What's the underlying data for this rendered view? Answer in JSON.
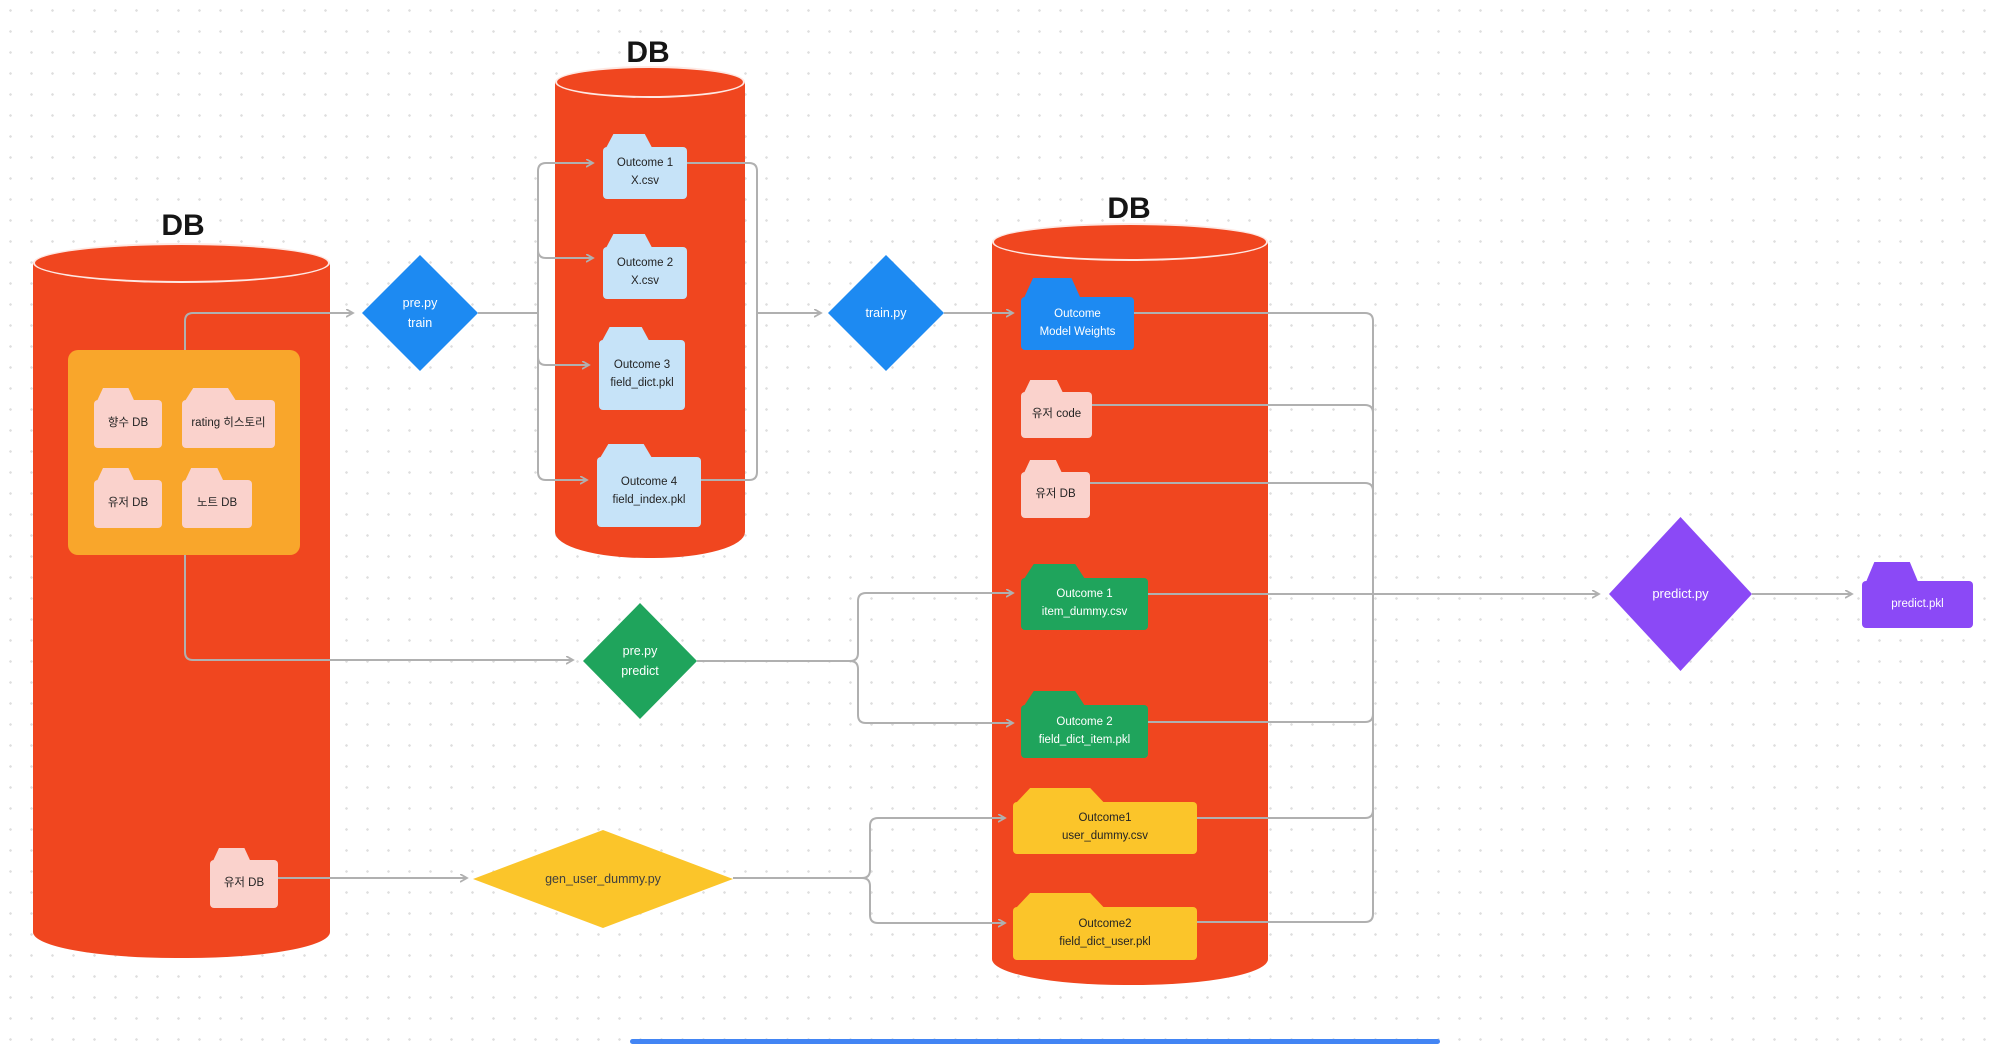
{
  "colors": {
    "db_red": "#F0461F",
    "group_orange": "#F9A62B",
    "pink": "#FAD2CC",
    "light_blue": "#C6E3F8",
    "blue": "#1D8AF2",
    "green": "#1FA45C",
    "yellow": "#FBC52A",
    "purple": "#8B49F6",
    "connector_gray": "#B0B0B0",
    "scrollbar_blue": "#4285F4"
  },
  "db_left": {
    "title": "DB",
    "group_folders": [
      {
        "label": "향수 DB"
      },
      {
        "label": "rating 히스토리"
      },
      {
        "label": "유저 DB"
      },
      {
        "label": "노트 DB"
      }
    ],
    "bottom_folder": {
      "label": "유저 DB"
    }
  },
  "db_mid": {
    "title": "DB",
    "folders": [
      {
        "line1": "Outcome 1",
        "line2": "X.csv"
      },
      {
        "line1": "Outcome 2",
        "line2": "X.csv"
      },
      {
        "line1": "Outcome 3",
        "line2": "field_dict.pkl"
      },
      {
        "line1": "Outcome 4",
        "line2": "field_index.pkl"
      }
    ]
  },
  "db_right": {
    "title": "DB",
    "folders": [
      {
        "line1": "Outcome",
        "line2": "Model Weights"
      },
      {
        "line1": "유저 code"
      },
      {
        "line1": "유저 DB"
      },
      {
        "line1": "Outcome 1",
        "line2": "item_dummy.csv"
      },
      {
        "line1": "Outcome 2",
        "line2": "field_dict_item.pkl"
      },
      {
        "line1": "Outcome1",
        "line2": "user_dummy.csv"
      },
      {
        "line1": "Outcome2",
        "line2": "field_dict_user.pkl"
      }
    ]
  },
  "processes": {
    "pre_train": {
      "line1": "pre.py",
      "line2": "train"
    },
    "train": {
      "label": "train.py"
    },
    "pre_predict": {
      "line1": "pre.py",
      "line2": "predict"
    },
    "gen_user_dummy": {
      "label": "gen_user_dummy.py"
    },
    "predict": {
      "label": "predict.py"
    }
  },
  "output_folder": {
    "label": "predict.pkl"
  }
}
